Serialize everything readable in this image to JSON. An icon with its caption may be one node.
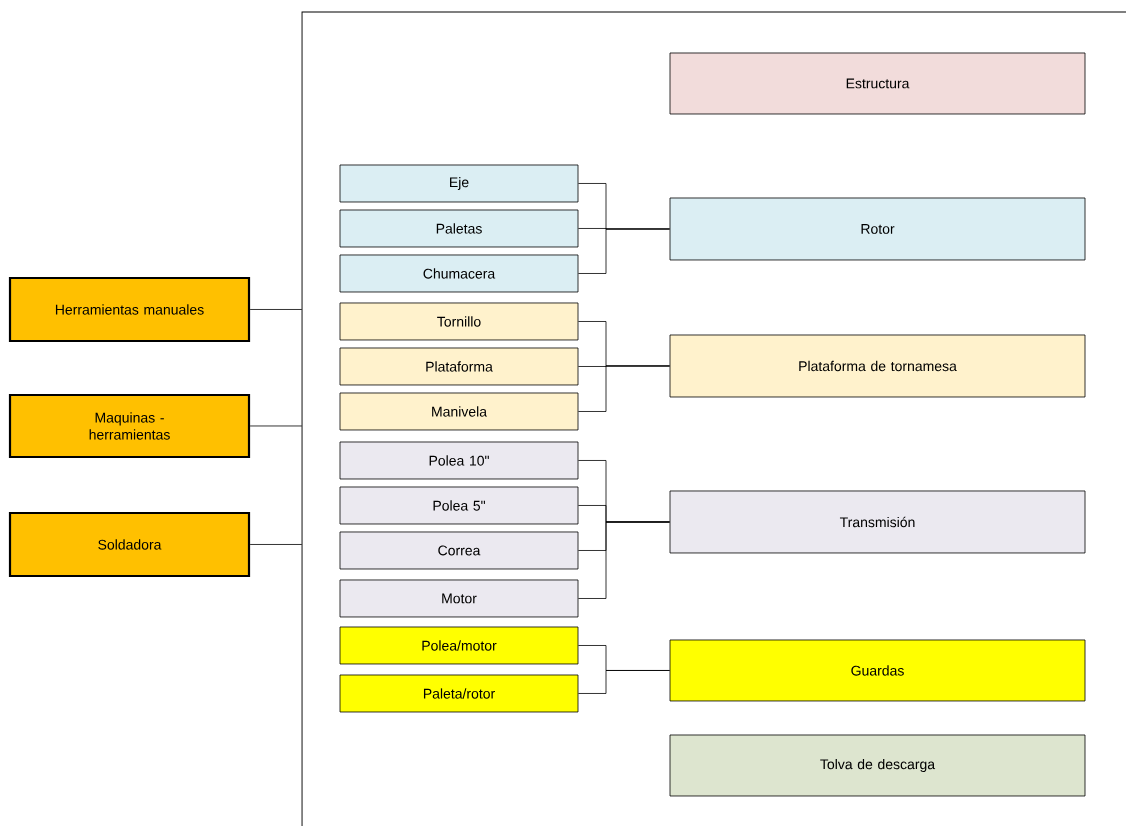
{
  "diagram": {
    "nodes": [
      {
        "text": [],
        "shape": "box"
      },
      {
        "text": [
          "Estructura"
        ],
        "in": 0
      },
      {
        "text": [
          "Eje"
        ],
        "in": 0
      },
      {
        "text": [
          "Paletas"
        ],
        "in": 0
      },
      {
        "text": [
          "Chumacera"
        ],
        "in": 0
      },
      {
        "text": [
          "Rotor"
        ],
        "in": 0
      },
      {
        "text": [
          "Tornillo"
        ],
        "in": 0
      },
      {
        "text": [
          "Plataforma"
        ],
        "in": 0
      },
      {
        "text": [
          "Manivela"
        ],
        "in": 0
      },
      {
        "text": [
          "Plataforma de tornamesa"
        ],
        "in": 0
      },
      {
        "text": [
          "Polea 10\""
        ],
        "in": 0
      },
      {
        "text": [
          "Polea 5\""
        ],
        "in": 0
      },
      {
        "text": [
          "Correa"
        ],
        "in": 0
      },
      {
        "text": [
          "Motor"
        ],
        "in": 0
      },
      {
        "text": [
          "Transmisión"
        ],
        "in": 0
      },
      {
        "text": [
          "Polea/motor"
        ],
        "in": 0
      },
      {
        "text": [
          "Paleta/rotor"
        ],
        "in": 0
      },
      {
        "text": [
          "Guardas"
        ],
        "in": 0
      },
      {
        "text": [
          "Tolva de descarga"
        ],
        "in": 0
      },
      {
        "text": [
          "Herramientas manuales"
        ]
      },
      {
        "text": [
          "Maquinas - herramientas"
        ]
      },
      {
        "text": [
          "Soldadora"
        ]
      }
    ],
    "edges": [
      {
        "from": 2,
        "to": 5,
        "arrow": "none"
      },
      {
        "from": 3,
        "to": 5,
        "arrow": "none"
      },
      {
        "from": 4,
        "to": 5,
        "arrow": "none"
      },
      {
        "from": 6,
        "to": 9,
        "arrow": "none"
      },
      {
        "from": 7,
        "to": 9,
        "arrow": "none"
      },
      {
        "from": 8,
        "to": 9,
        "arrow": "none"
      },
      {
        "from": 10,
        "to": 14,
        "arrow": "none"
      },
      {
        "from": 11,
        "to": 14,
        "arrow": "none"
      },
      {
        "from": 12,
        "to": 14,
        "arrow": "none"
      },
      {
        "from": 13,
        "to": 14,
        "arrow": "none"
      },
      {
        "from": 15,
        "to": 17,
        "arrow": "none"
      },
      {
        "from": 16,
        "to": 17,
        "arrow": "none"
      },
      {
        "from": 19,
        "to": 0,
        "arrow": "none"
      },
      {
        "from": 20,
        "to": 0,
        "arrow": "none"
      },
      {
        "from": 21,
        "to": 0,
        "arrow": "none"
      }
    ]
  }
}
